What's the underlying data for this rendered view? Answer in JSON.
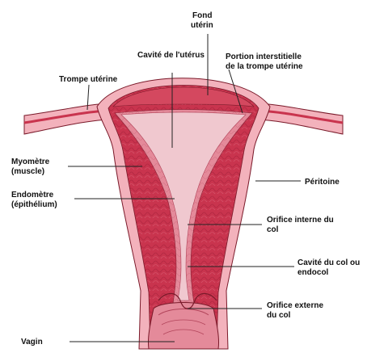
{
  "colors": {
    "peritoneum": "#f3b2bc",
    "myometrium": "#c9344e",
    "endometrium": "#e48a9a",
    "cavity": "#f0c8cf",
    "outline": "#7a1a2a",
    "leader": "#222222"
  },
  "labels": {
    "fond_uterin_1": "Fond",
    "fond_uterin_2": "utérin",
    "cavite_uterus": "Cavité de l'utérus",
    "portion_1": "Portion interstitielle",
    "portion_2": "de la trompe utérine",
    "trompe": "Trompe utérine",
    "myometre_1": "Myomètre",
    "myometre_2": "(muscle)",
    "endometre_1": "Endomètre",
    "endometre_2": "(épithélium)",
    "peritoine": "Péritoine",
    "orifice_interne_1": "Orifice interne du",
    "orifice_interne_2": "col",
    "cavite_col_1": "Cavité du col ou",
    "cavite_col_2": "endocol",
    "orifice_externe_1": "Orifice externe",
    "orifice_externe_2": "du col",
    "vagin": "Vagin"
  }
}
